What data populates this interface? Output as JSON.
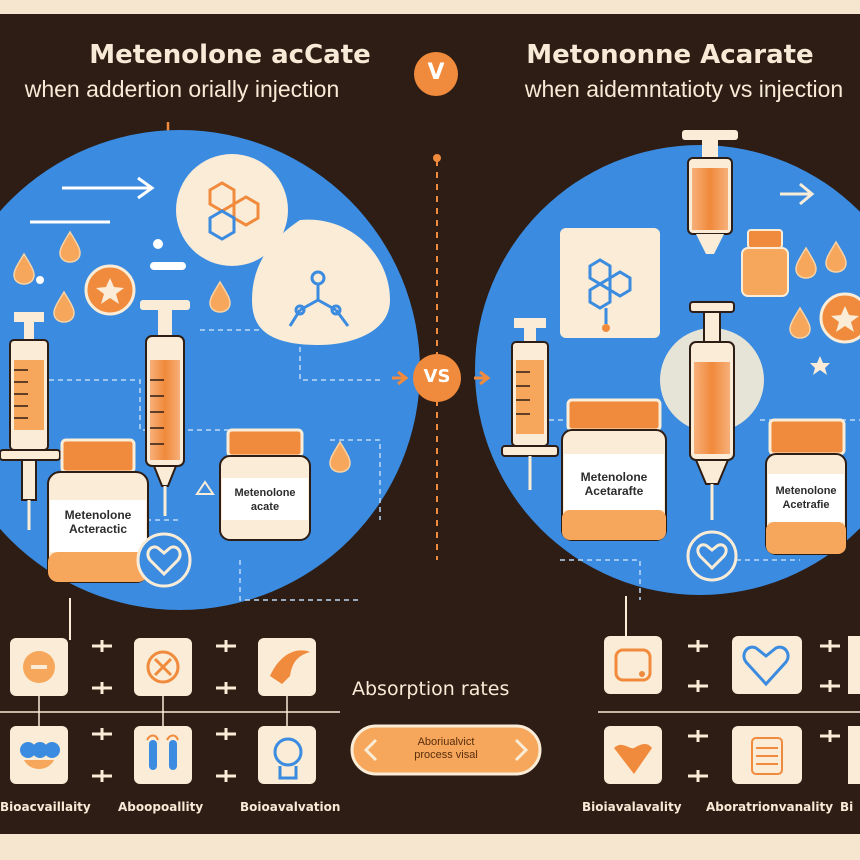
{
  "left_panel": {
    "title": "Metenolone acCate",
    "subtitle": "when addertion orially injection",
    "bottle_left_label": "Metenolone\nActeractic",
    "bottle_right_label": "Metenolone\nacate",
    "footer_labels": [
      "Bioacvaillaity",
      "Aboopoallity",
      "Boioavalvation"
    ]
  },
  "right_panel": {
    "title": "Metononne Acarate",
    "subtitle": "when aidemntatioty vs injection",
    "bottle_left_label": "Metenolone\nAcetarafte",
    "bottle_right_label": "Metenolone\nAcetrafie",
    "footer_labels": [
      "Bioiavalavality",
      "Aboratrionvanality",
      "Bi"
    ]
  },
  "top_badge": "V",
  "mid_badge": "VS",
  "center": {
    "heading": "Absorption rates",
    "pill_text": "Aboriualvict\nprocess visal"
  },
  "colors": {
    "background": "#2d1d14",
    "frame": "#f6e6cf",
    "circle_blue": "#3b8be0",
    "accent_orange": "#f08a3c",
    "cream": "#faecd6"
  },
  "icons": [
    "arrow-right-icon",
    "molecule-icon",
    "droplet-icon",
    "star-icon",
    "syringe-icon",
    "vial-icon",
    "heart-icon",
    "bird-icon",
    "pills-icon",
    "beaker-icon"
  ]
}
